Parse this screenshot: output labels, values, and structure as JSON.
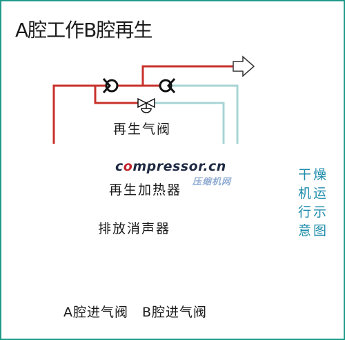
{
  "title": "A腔工作B腔再生",
  "labels": {
    "regen_valve": "再生气阀",
    "heater": "再生加热器",
    "muffler": "排放消声器",
    "inlet_valves": "A腔进气阀　B腔进气阀"
  },
  "side_caption": "干燥机运行示意图",
  "watermark": {
    "brand_before": "c",
    "brand_o": "o",
    "brand_after": "mpressor.cn",
    "sub": "压缩机网"
  },
  "colors": {
    "frame": "#1f9a8a",
    "active_pipe": "#c8302b",
    "regen_pipe": "#a8d4d4",
    "caption": "#1e8cab"
  }
}
